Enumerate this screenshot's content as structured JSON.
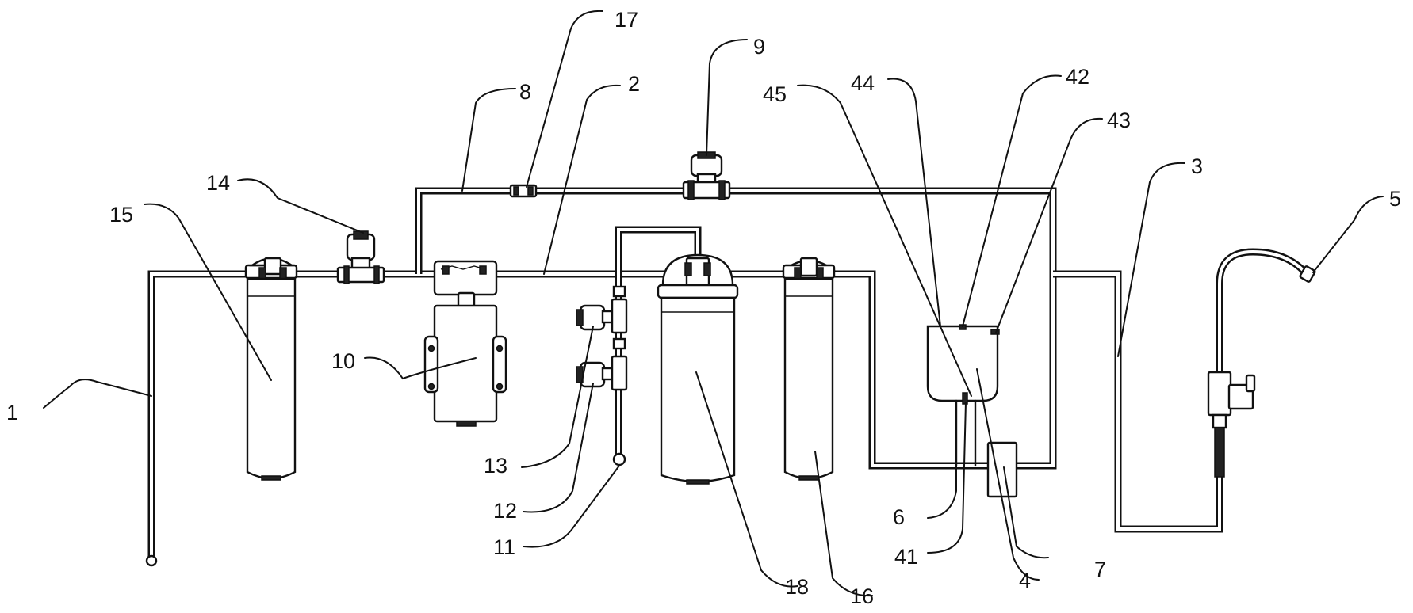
{
  "labels": {
    "l1": "1",
    "l15": "15",
    "l14": "14",
    "l10": "10",
    "l8": "8",
    "l17": "17",
    "l2": "2",
    "l9": "9",
    "l13": "13",
    "l12": "12",
    "l11": "11",
    "l18": "18",
    "l16": "16",
    "l45": "45",
    "l44": "44",
    "l42": "42",
    "l43": "43",
    "l6": "6",
    "l41": "41",
    "l4": "4",
    "l7": "7",
    "l3": "3",
    "l5": "5"
  }
}
